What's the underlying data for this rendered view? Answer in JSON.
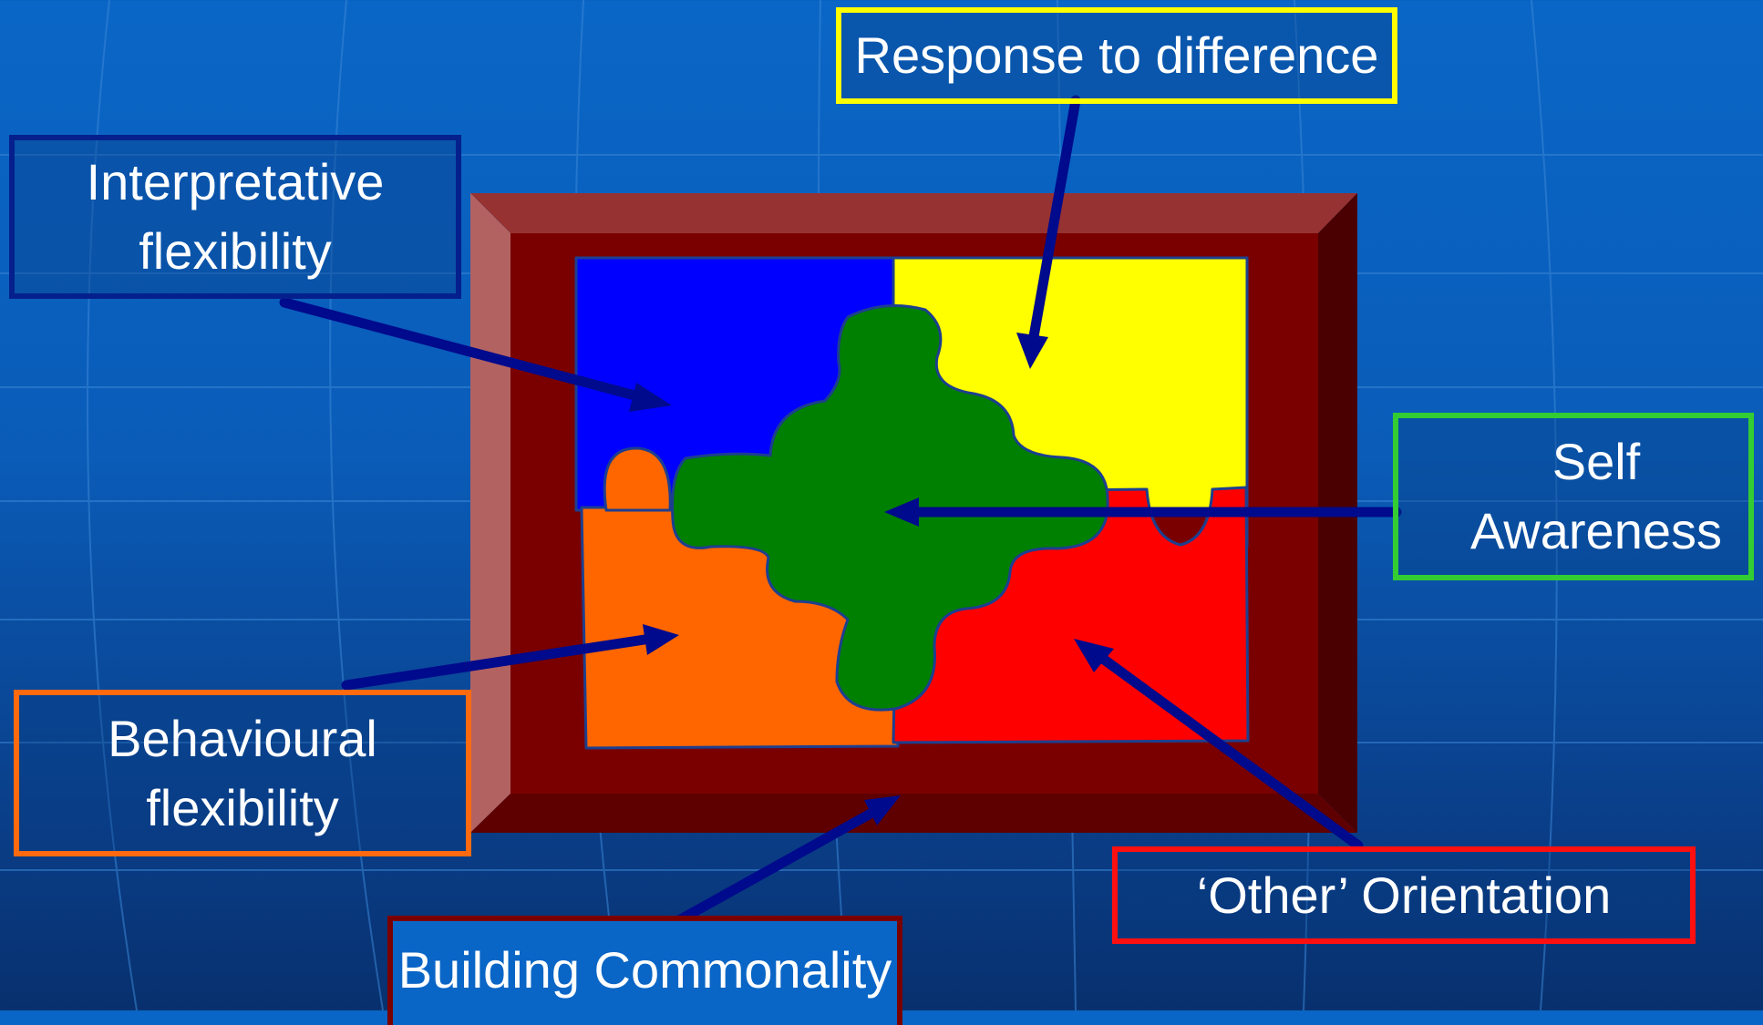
{
  "labels": {
    "response_to_difference": "Response to difference",
    "interpretative_flexibility": "Interpretative\nflexibility",
    "self_awareness": "Self\nAwareness",
    "behavioural_flexibility": "Behavioural\nflexibility",
    "other_orientation": "‘Other’ Orientation",
    "building_commonality": "Building Commonality"
  },
  "colors": {
    "background": "#0a5cb8",
    "frame": "#7a0000",
    "piece_blue": "#0000ff",
    "piece_yellow": "#ffff00",
    "piece_orange": "#ff6600",
    "piece_red": "#ff0000",
    "piece_green": "#008000",
    "arrow": "#000a8c",
    "border_yellow": "#ffff00",
    "border_navy": "#05208c",
    "border_green": "#33cc33",
    "border_orange": "#ff6a10",
    "border_red": "#ff1010",
    "border_maroon": "#7a0000"
  }
}
